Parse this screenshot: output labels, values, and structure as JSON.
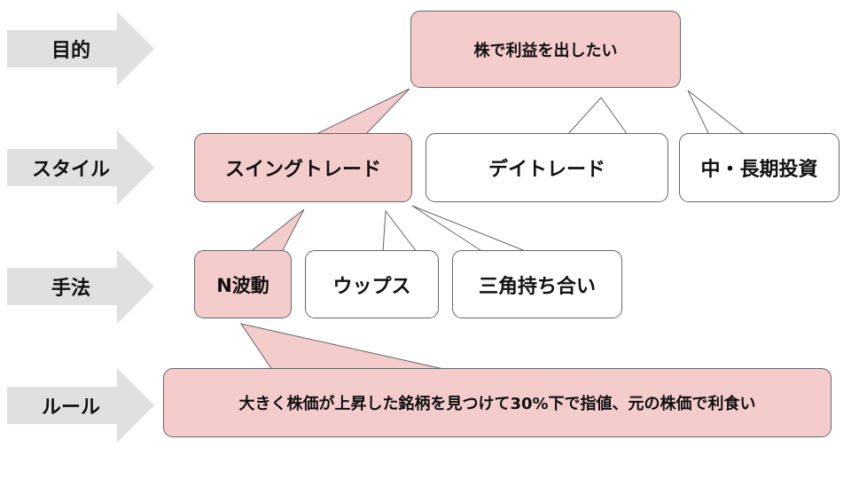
{
  "colors": {
    "highlight_fill": "#f4cccc",
    "plain_fill": "#ffffff",
    "box_stroke": "#666666",
    "arrow_fill": "#e0e0e0"
  },
  "rows": [
    {
      "label": "目的"
    },
    {
      "label": "スタイル"
    },
    {
      "label": "手法"
    },
    {
      "label": "ルール"
    }
  ],
  "goal": {
    "text": "株で利益を出したい"
  },
  "styles": [
    {
      "text": "スイングトレード",
      "highlighted": true
    },
    {
      "text": "デイトレード",
      "highlighted": false
    },
    {
      "text": "中・長期投資",
      "highlighted": false
    }
  ],
  "methods": [
    {
      "text": "N波動",
      "highlighted": true
    },
    {
      "text": "ウップス",
      "highlighted": false
    },
    {
      "text": "三角持ち合い",
      "highlighted": false
    }
  ],
  "rule": {
    "text": "大きく株価が上昇した銘柄を見つけて30%下で指値、元の株価で利食い",
    "highlighted": true
  }
}
